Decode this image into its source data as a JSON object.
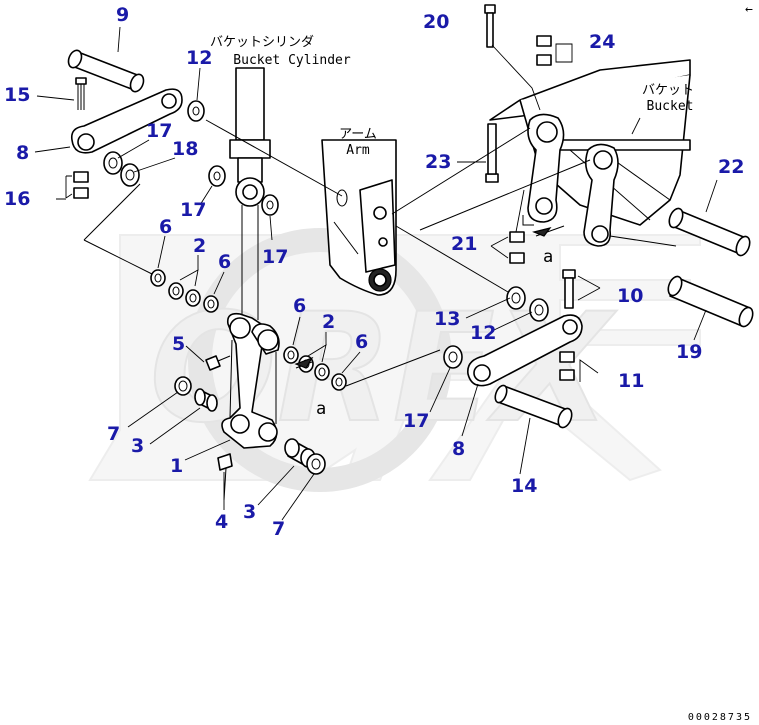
{
  "labels": {
    "bucket_cylinder_jp": "バケットシリンダ",
    "bucket_cylinder_en": "Bucket Cylinder",
    "arm_jp": "アーム",
    "arm_en": "Arm",
    "bucket_jp": "バケット",
    "bucket_en": "Bucket",
    "ref_a_upper": "a",
    "ref_a_lower": "a",
    "corner_mark": "←"
  },
  "callouts": {
    "c9": "9",
    "c15": "15",
    "c8_left": "8",
    "c17_a": "17",
    "c18": "18",
    "c16": "16",
    "c12_top": "12",
    "c17_b": "17",
    "c17_c": "17",
    "c6_a": "6",
    "c2_a": "2",
    "c6_b": "6",
    "c5": "5",
    "c6_c": "6",
    "c2_b": "2",
    "c6_d": "6",
    "c7_left": "7",
    "c3_left": "3",
    "c1": "1",
    "c4": "4",
    "c3_bottom": "3",
    "c7_bottom": "7",
    "c20": "20",
    "c24": "24",
    "c23": "23",
    "c22": "22",
    "c21": "21",
    "c10": "10",
    "c13": "13",
    "c12_right": "12",
    "c19": "19",
    "c17_right": "17",
    "c11": "11",
    "c8_right": "8",
    "c14": "14"
  },
  "watermark": "OREX",
  "document_number": "00028735"
}
